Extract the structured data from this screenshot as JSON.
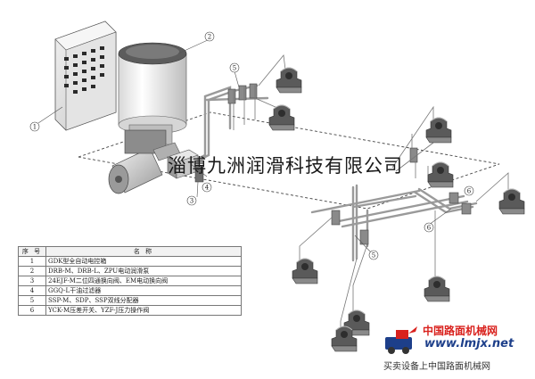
{
  "company_name": "淄博九洲润滑科技有限公司",
  "callouts": [
    "1",
    "2",
    "3",
    "4",
    "5",
    "6",
    "5",
    "6"
  ],
  "legend": {
    "headers": [
      "序 号",
      "名 称"
    ],
    "rows": [
      {
        "no": "1",
        "name": "GDK型全自动电控箱"
      },
      {
        "no": "2",
        "name": "DRB-M、DRB-L、ZPU电动润滑泵"
      },
      {
        "no": "3",
        "name": "24EJF-M二位四通换向阀、EM电动换向阀"
      },
      {
        "no": "4",
        "name": "GGQ-L干油过滤器"
      },
      {
        "no": "5",
        "name": "SSP-M、SDP、SSP双线分配器"
      },
      {
        "no": "6",
        "name": "YCK-M压差开关、YZF-J压力操作阀"
      }
    ]
  },
  "watermark": {
    "cn": "中国路面机械网",
    "en": "www.lmjx.net",
    "slogan": "买卖设备上中国路面机械网"
  },
  "colors": {
    "line": "#555555",
    "pipe": "#9a9a9a",
    "brand_red": "#d9211d",
    "brand_blue": "#1d3f8a"
  }
}
